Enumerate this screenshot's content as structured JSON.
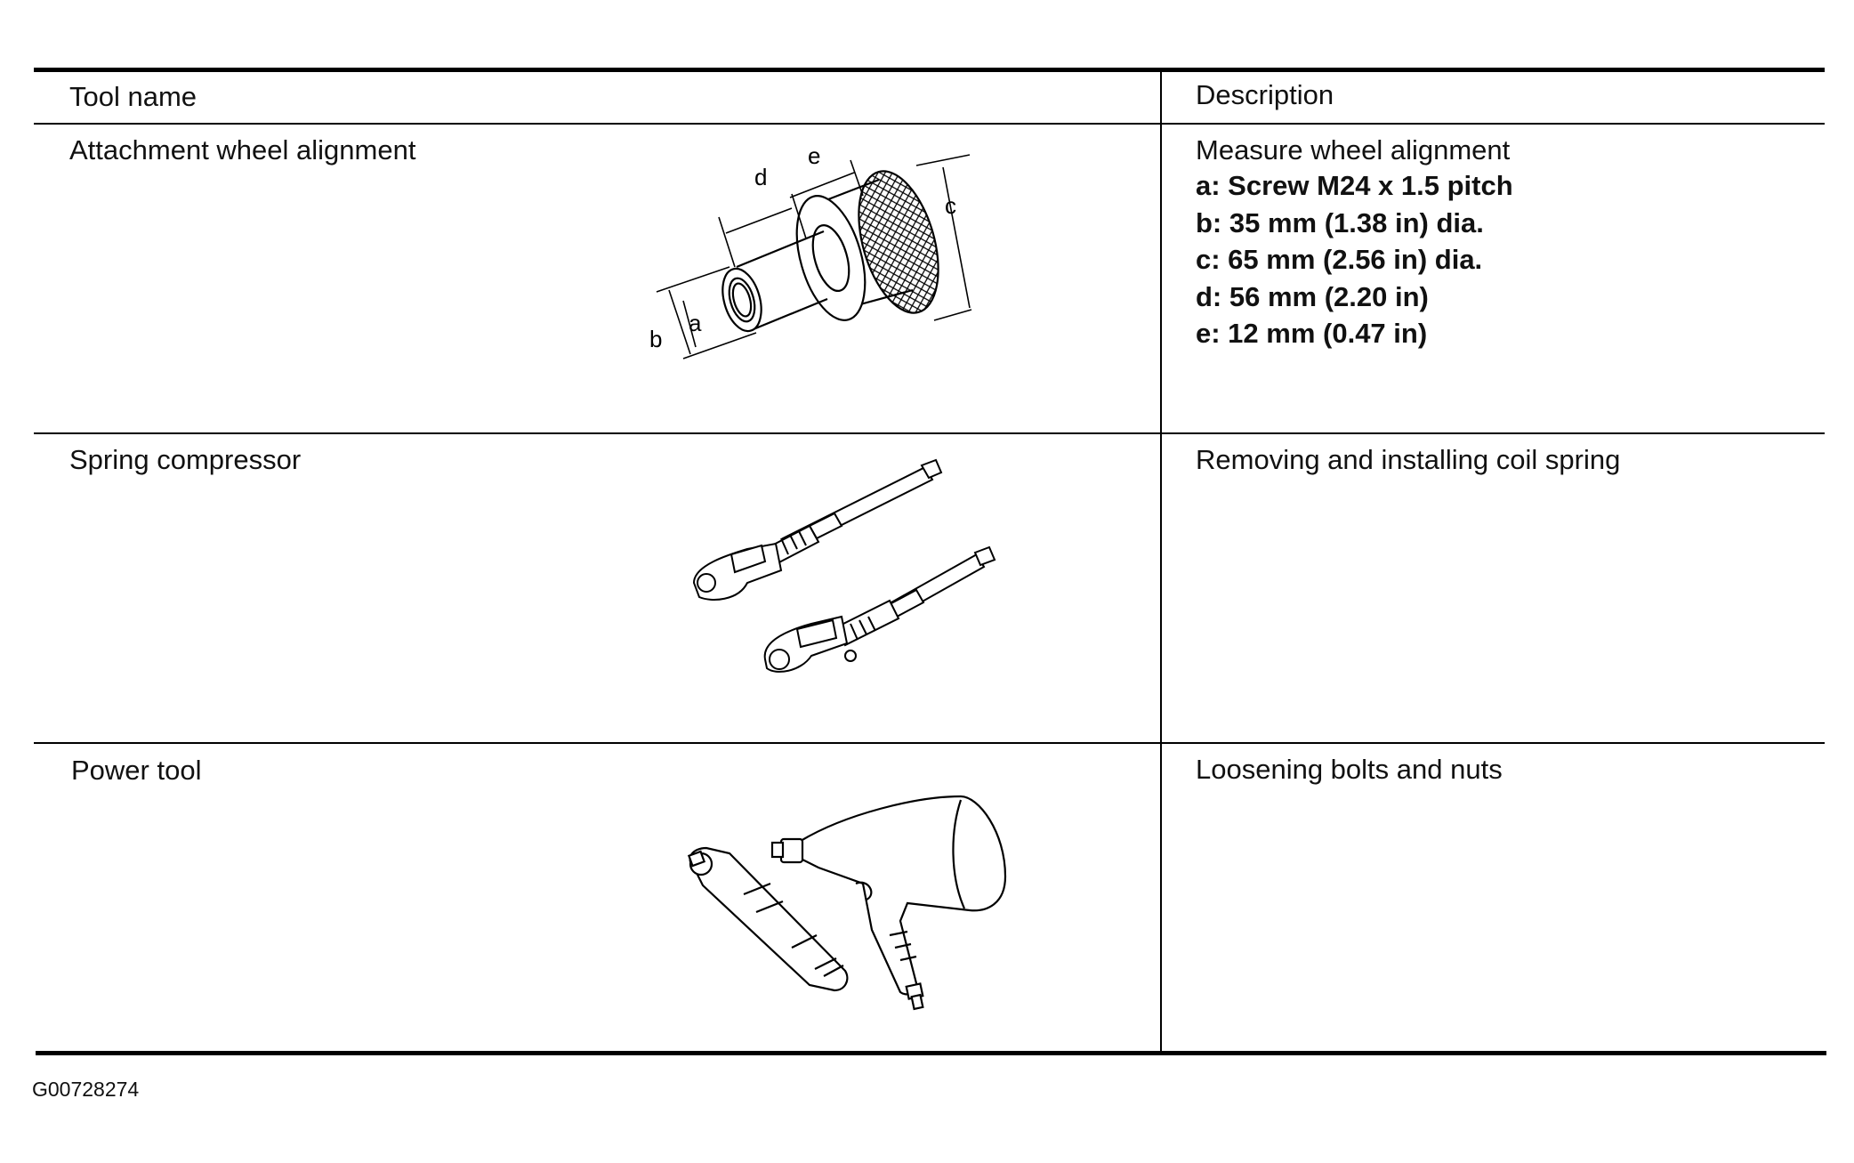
{
  "table": {
    "headers": {
      "tool_name": "Tool name",
      "description": "Description"
    },
    "rows": [
      {
        "tool_name": "Attachment wheel alignment",
        "description": "Measure wheel alignment",
        "specs": [
          "a: Screw M24 x 1.5 pitch",
          "b: 35 mm (1.38 in) dia.",
          "c: 65 mm (2.56 in) dia.",
          "d: 56 mm (2.20 in)",
          "e: 12 mm (0.47 in)"
        ],
        "illustration_labels": {
          "a": "a",
          "b": "b",
          "c": "c",
          "d": "d",
          "e": "e"
        }
      },
      {
        "tool_name": "Spring compressor",
        "description": "Removing and installing coil spring"
      },
      {
        "tool_name": "Power tool",
        "description": "Loosening bolts and nuts"
      }
    ]
  },
  "figure_id": "G00728274"
}
